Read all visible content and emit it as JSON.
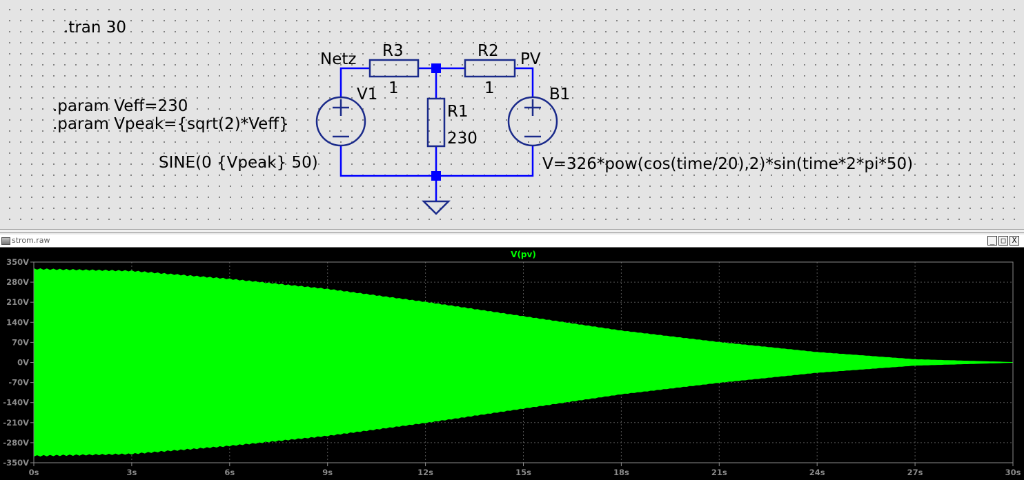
{
  "schematic": {
    "directive_tran": ".tran 30",
    "directive_param1": ".param Veff=230",
    "directive_param2": ".param Vpeak={sqrt(2)*Veff}",
    "net_netz": "Netz",
    "net_pv": "PV",
    "r3_name": "R3",
    "r3_value": "1",
    "r2_name": "R2",
    "r2_value": "1",
    "r1_name": "R1",
    "r1_value": "230",
    "v1_name": "V1",
    "v1_value": "SINE(0 {Vpeak} 50)",
    "b1_name": "B1",
    "b1_value": "V=326*pow(cos(time/20),2)*sin(time*2*pi*50)",
    "wire_color": "#0000ff",
    "symbol_color": "#1a2a8a"
  },
  "plot_window": {
    "title": "strom.raw",
    "buttons": [
      "_",
      "□",
      "X"
    ],
    "background": "#000000",
    "grid_color": "#555555"
  },
  "chart_data": {
    "type": "area",
    "title": "",
    "trace_label": "V(pv)",
    "series": [
      {
        "name": "V(pv)",
        "color": "#00ff00",
        "x": [
          0,
          3,
          6,
          9,
          12,
          15,
          18,
          21,
          24,
          27,
          30
        ],
        "upper": [
          325,
          318,
          290,
          255,
          210,
          160,
          110,
          70,
          35,
          10,
          0
        ],
        "lower": [
          -325,
          -318,
          -290,
          -255,
          -210,
          -160,
          -110,
          -70,
          -35,
          -10,
          0
        ]
      }
    ],
    "x_ticks": [
      "0s",
      "3s",
      "6s",
      "9s",
      "12s",
      "15s",
      "18s",
      "21s",
      "24s",
      "27s",
      "30s"
    ],
    "y_ticks": [
      "350V",
      "280V",
      "210V",
      "140V",
      "70V",
      "0V",
      "-70V",
      "-140V",
      "-210V",
      "-280V",
      "-350V"
    ],
    "xlim": [
      0,
      30
    ],
    "ylim": [
      -350,
      350
    ],
    "grid": true
  }
}
